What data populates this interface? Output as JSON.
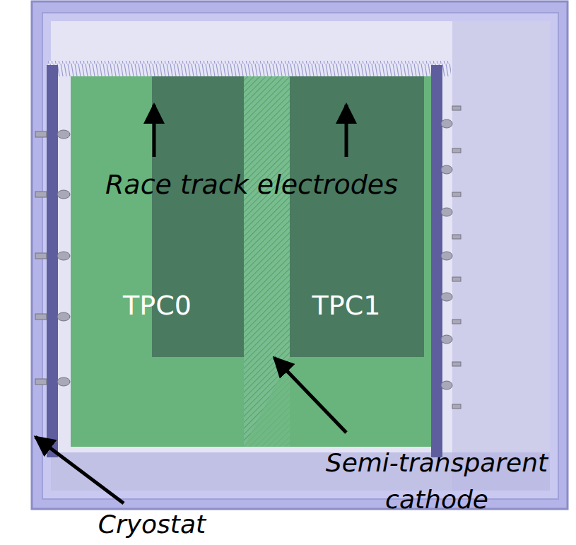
{
  "diagram": {
    "nodes": [
      {
        "text": [
          "TPC0"
        ]
      },
      {
        "text": [
          "TPC1"
        ]
      }
    ],
    "labels": [
      "Race track electrodes",
      "Semi-transparent cathode",
      "Cryostat"
    ]
  }
}
